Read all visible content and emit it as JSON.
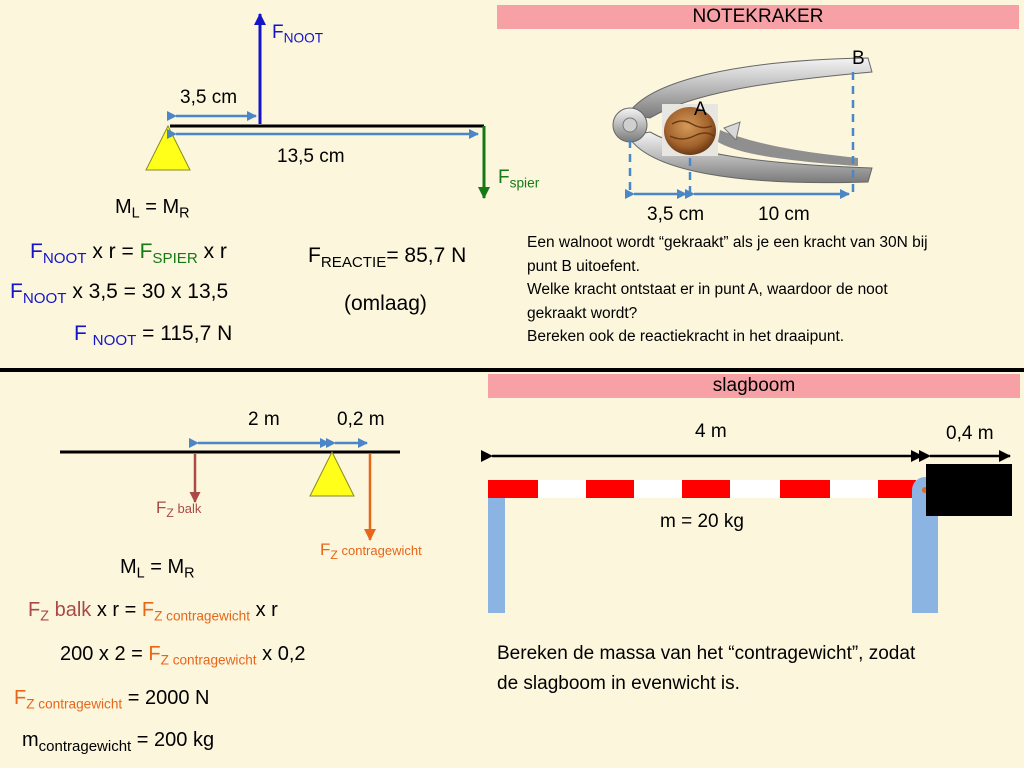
{
  "nut": {
    "banner": "NOTEKRAKER",
    "label_b": "B",
    "label_a": "A",
    "dim_short": "3,5 cm",
    "dim_long": "10 cm",
    "question": [
      "Een walnoot wordt “gekraakt” als je een kracht van 30N bij",
      "punt B uitoefent.",
      "Welke kracht ontstaat er in punt A, waardoor de noot",
      "gekraakt wordt?",
      "Bereken ook de reactiekracht in het draaipunt."
    ],
    "fig": {
      "f_noot": "F",
      "f_noot_sub": "NOOT",
      "dim_short": "3,5 cm",
      "dim_long": "13,5 cm",
      "f_spier": "F",
      "f_spier_sub": "spier"
    },
    "calc": {
      "ml": "M",
      "ml_sub": "L",
      "eq": " = ",
      "mr": "M",
      "mr_sub": "R",
      "l2_f1": "F",
      "l2_f1_sub": "NOOT",
      "l2_mid": " x  r  = ",
      "l2_f2": "F",
      "l2_f2_sub": "SPIER",
      "l2_end": " x r",
      "l3_f": "F",
      "l3_f_sub": "NOOT",
      "l3_rest": " x 3,5  =  30 x 13,5",
      "l4_f": "F ",
      "l4_f_sub": "NOOT",
      "l4_rest": " = 115,7 N",
      "reactie_f": "F",
      "reactie_sub": "REACTIE",
      "reactie_rest": "= 85,7 N",
      "omlaag": "(omlaag)"
    }
  },
  "barrier": {
    "banner": "slagboom",
    "dim_left": "4 m",
    "dim_right": "0,4 m",
    "mass": "m = 20 kg",
    "question": [
      "Bereken de massa van het “contragewicht”, zodat",
      "de slagboom in evenwicht is."
    ],
    "fig": {
      "dim_left": "2 m",
      "dim_right": "0,2 m",
      "fz_balk": "F",
      "fz_balk_sub": "Z",
      "fz_balk_small": " balk",
      "fz_contra": "F",
      "fz_contra_sub": "Z",
      "fz_contra_small": " contragewicht"
    },
    "calc": {
      "ml": "M",
      "ml_sub": "L",
      "eq": " = ",
      "mr": "M",
      "mr_sub": "R",
      "l2_f1": "F",
      "l2_f1_sub": "Z",
      "l2_f1_rest": " balk",
      "l2_mid": " x r  = ",
      "l2_f2": "F",
      "l2_f2_sub": "Z contragewicht",
      "l2_end": " x r",
      "l3_start": "200 x 2  = ",
      "l3_f": "F",
      "l3_f_sub": "Z contragewicht",
      "l3_end": " x 0,2",
      "l4_f": "F",
      "l4_f_sub": "Z contragewicht",
      "l4_rest": " = 2000 N",
      "l5_m": "m",
      "l5_sub": "contragewicht",
      "l5_rest": " = 200 kg"
    }
  },
  "colors": {
    "background": "#fbf6dc",
    "banner": "#f7a0a6",
    "arrow_blue": "#1414c8",
    "dim_blue": "#4a86c8",
    "force_green": "#157a15",
    "force_brown": "#a94a46",
    "force_orange": "#e8661a",
    "pivot_yellow": "#ffff1a",
    "barrier_red": "#ff0000",
    "post_blue": "#8cb4e2"
  }
}
